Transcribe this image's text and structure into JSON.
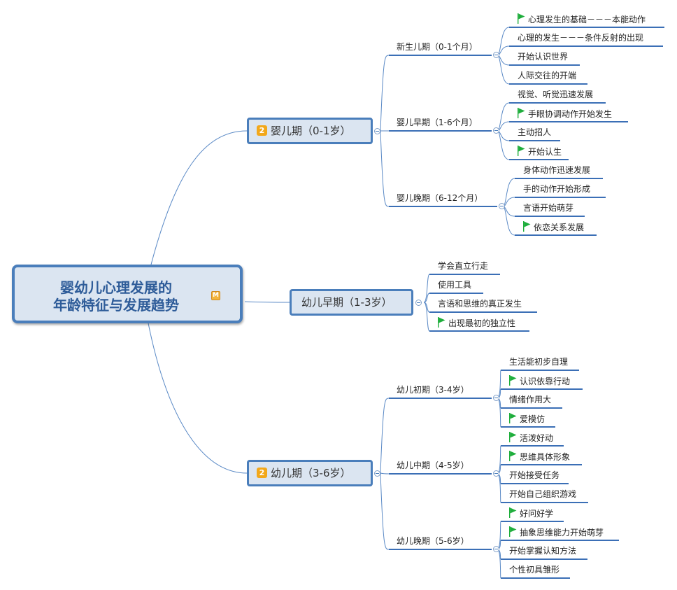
{
  "root": {
    "title_line1": "婴幼儿心理发展的",
    "title_line2": "年龄特征与发展趋势",
    "marker": "M"
  },
  "colors": {
    "line": "#5b8ac6",
    "underline": "#3b6fb6",
    "flag": "#1fae3c",
    "badge": "#f2a81b"
  },
  "branches": [
    {
      "label": "婴儿期（0-1岁）",
      "badge": "2"
    },
    {
      "label": "幼儿早期（1-3岁）"
    },
    {
      "label": "幼儿期（3-6岁）",
      "badge": "2"
    }
  ],
  "subs": [
    {
      "label": "新生儿期（0-1个月）",
      "leaves": [
        {
          "text": "心理发生的基础－－－本能动作",
          "flag": true
        },
        {
          "text": "心理的发生－－－条件反射的出现",
          "flag": false
        },
        {
          "text": "开始认识世界",
          "flag": false
        },
        {
          "text": "人际交往的开端",
          "flag": false
        }
      ]
    },
    {
      "label": "婴儿早期（1-6个月）",
      "leaves": [
        {
          "text": "视觉、听觉迅速发展",
          "flag": false
        },
        {
          "text": "手眼协调动作开始发生",
          "flag": true
        },
        {
          "text": "主动招人",
          "flag": false
        },
        {
          "text": "开始认生",
          "flag": true
        }
      ]
    },
    {
      "label": "婴儿晚期（6-12个月）",
      "leaves": [
        {
          "text": "身体动作迅速发展",
          "flag": false
        },
        {
          "text": "手的动作开始形成",
          "flag": false
        },
        {
          "text": "言语开始萌芽",
          "flag": false
        },
        {
          "text": "依恋关系发展",
          "flag": true
        }
      ]
    },
    {
      "label": "幼儿早期（1-3岁）",
      "leaves": [
        {
          "text": "学会直立行走",
          "flag": false
        },
        {
          "text": "使用工具",
          "flag": false
        },
        {
          "text": "言语和思维的真正发生",
          "flag": false
        },
        {
          "text": "出现最初的独立性",
          "flag": true
        }
      ]
    },
    {
      "label": "幼儿初期（3-4岁）",
      "leaves": [
        {
          "text": "生活能初步自理",
          "flag": false
        },
        {
          "text": "认识依靠行动",
          "flag": true
        },
        {
          "text": "情绪作用大",
          "flag": false
        },
        {
          "text": "爱模仿",
          "flag": true
        }
      ]
    },
    {
      "label": "幼儿中期（4-5岁）",
      "leaves": [
        {
          "text": "活泼好动",
          "flag": true
        },
        {
          "text": "思维具体形象",
          "flag": true
        },
        {
          "text": "开始接受任务",
          "flag": false
        },
        {
          "text": "开始自己组织游戏",
          "flag": false
        }
      ]
    },
    {
      "label": "幼儿晚期（5-6岁）",
      "leaves": [
        {
          "text": "好问好学",
          "flag": true
        },
        {
          "text": "抽象思维能力开始萌芽",
          "flag": true
        },
        {
          "text": "开始掌握认知方法",
          "flag": false
        },
        {
          "text": "个性初具雏形",
          "flag": false
        }
      ]
    }
  ]
}
